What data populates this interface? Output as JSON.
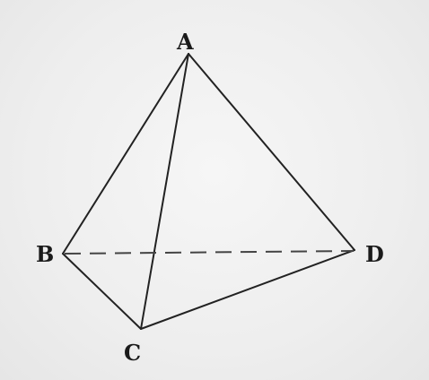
{
  "diagram": {
    "vertices": {
      "A": "A",
      "B": "B",
      "C": "C",
      "D": "D"
    },
    "edges": [
      {
        "from": "A",
        "to": "B",
        "style": "solid"
      },
      {
        "from": "A",
        "to": "C",
        "style": "solid"
      },
      {
        "from": "A",
        "to": "D",
        "style": "solid"
      },
      {
        "from": "B",
        "to": "C",
        "style": "solid"
      },
      {
        "from": "C",
        "to": "D",
        "style": "solid"
      },
      {
        "from": "B",
        "to": "D",
        "style": "dashed"
      }
    ],
    "colors": {
      "line": "#222222",
      "label": "#1a1a1a",
      "background": "#eeeeee"
    }
  }
}
